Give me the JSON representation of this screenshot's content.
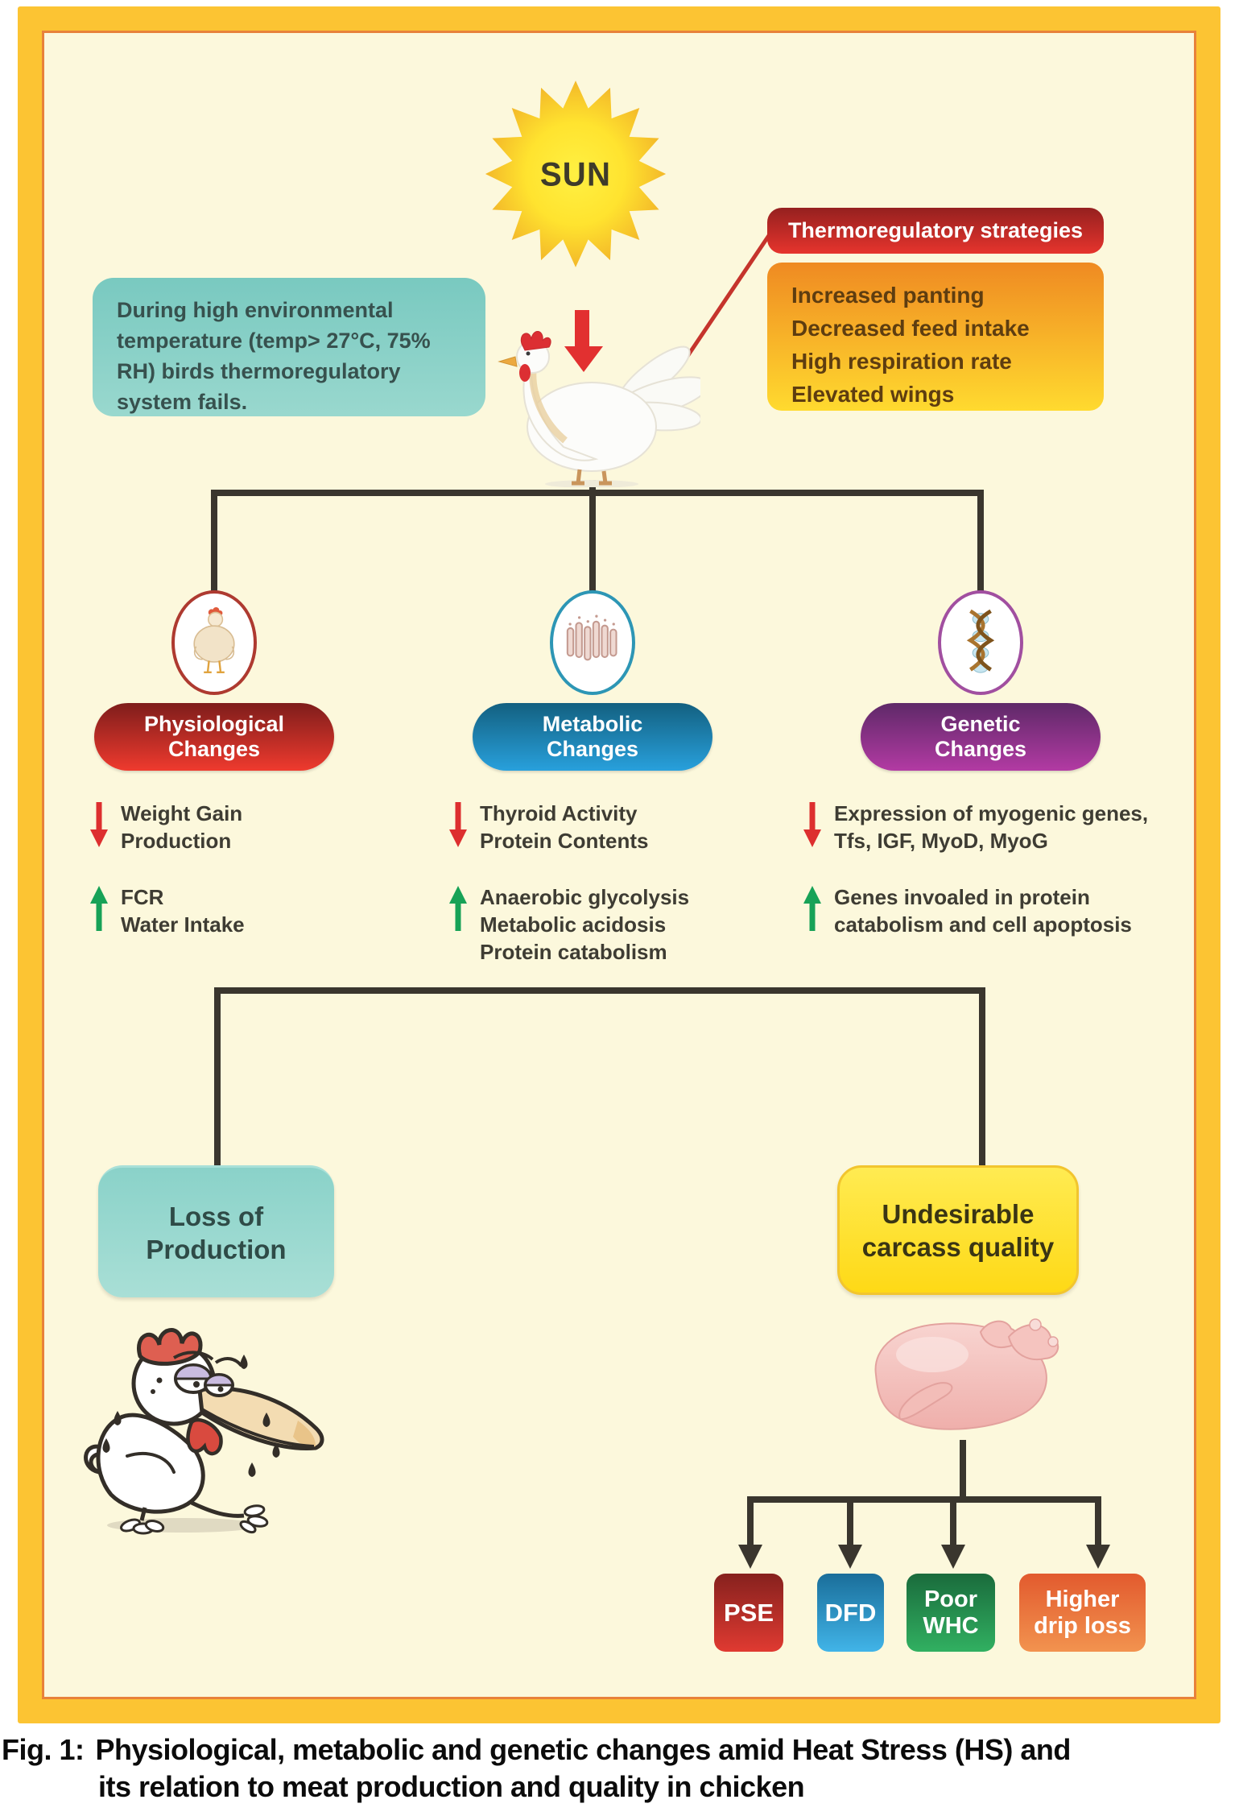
{
  "sun": {
    "label": "SUN"
  },
  "intro": {
    "lines": [
      "During high environmental",
      "temperature (temp> 27°C, 75%",
      "RH) birds thermoregulatory",
      "system fails."
    ]
  },
  "thermo": {
    "header": "Thermoregulatory strategies",
    "items": [
      "Increased panting",
      "Decreased feed intake",
      "High respiration rate",
      "Elevated wings"
    ]
  },
  "branches": {
    "physiological": {
      "title_line1": "Physiological",
      "title_line2": "Changes",
      "decreased": [
        "Weight Gain",
        "Production"
      ],
      "increased": [
        "FCR",
        "Water Intake"
      ]
    },
    "metabolic": {
      "title_line1": "Metabolic",
      "title_line2": "Changes",
      "decreased": [
        "Thyroid Activity",
        "Protein Contents"
      ],
      "increased": [
        "Anaerobic glycolysis",
        "Metabolic acidosis",
        "Protein catabolism"
      ]
    },
    "genetic": {
      "title_line1": "Genetic",
      "title_line2": "Changes",
      "decreased": [
        "Expression of myogenic genes,",
        "Tfs, IGF, MyoD, MyoG"
      ],
      "increased": [
        "Genes invoaled in protein",
        "catabolism and cell apoptosis"
      ]
    }
  },
  "outcomes": {
    "loss_line1": "Loss of",
    "loss_line2": "Production",
    "carcass_line1": "Undesirable",
    "carcass_line2": "carcass quality"
  },
  "quality": {
    "pse": "PSE",
    "dfd": "DFD",
    "whc_line1": "Poor",
    "whc_line2": "WHC",
    "drip_line1": "Higher",
    "drip_line2": "drip loss"
  },
  "caption": {
    "prefix": "Fig. 1:",
    "line1": "Physiological, metabolic and genetic changes amid Heat Stress (HS) and",
    "line2": "its relation to meat production and quality in chicken"
  },
  "colors": {
    "frame_gold": "#FCC433",
    "frame_inner_orange": "#E8823B",
    "background_cream": "#FCF8DC",
    "heat_arrow_red": "#E23030",
    "decrease_red": "#DD2F2F",
    "increase_green": "#17A257",
    "physiological_red": "#B5261F",
    "metabolic_blue": "#1E7FB0",
    "genetic_purple": "#8A3390",
    "intro_teal": "#82CDC4",
    "strategies_orange": "#F59A26",
    "undesirable_yellow": "#FFDF2B",
    "connector_dark": "#3A362E"
  }
}
